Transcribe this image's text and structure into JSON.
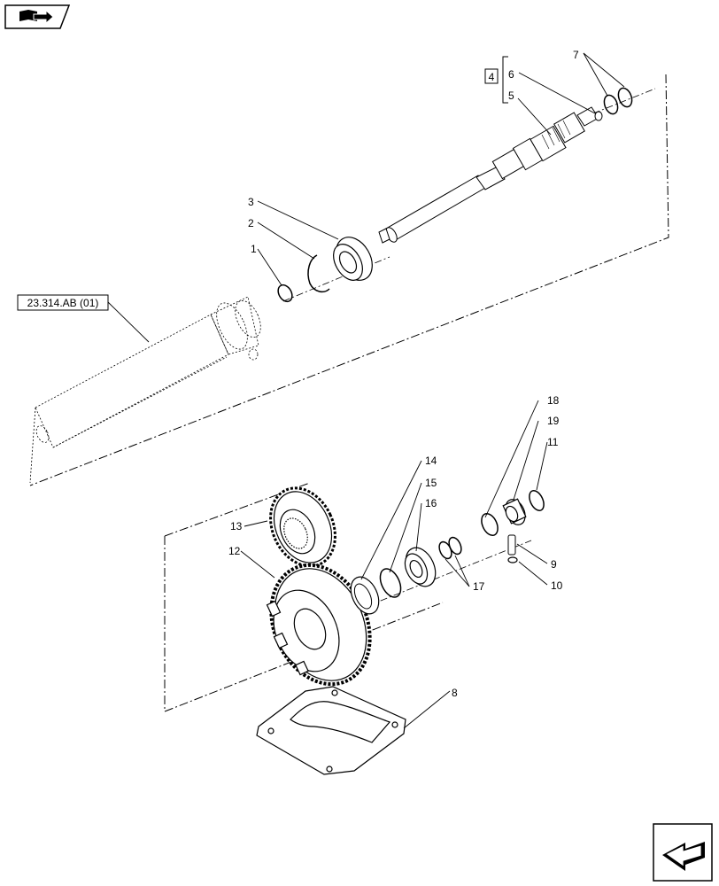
{
  "diagram": {
    "reference_label": "23.314.AB (01)",
    "kit_box_label": "4",
    "callouts": {
      "p1": "1",
      "p2": "2",
      "p3": "3",
      "p5": "5",
      "p6": "6",
      "p7": "7",
      "p8": "8",
      "p9": "9",
      "p10": "10",
      "p11": "11",
      "p12": "12",
      "p13": "13",
      "p14": "14",
      "p15": "15",
      "p16": "16",
      "p17": "17",
      "p18": "18",
      "p19": "19"
    }
  },
  "icons": {
    "top_left": "book-with-arrow-icon",
    "bottom_right": "next-page-arrow-icon"
  }
}
